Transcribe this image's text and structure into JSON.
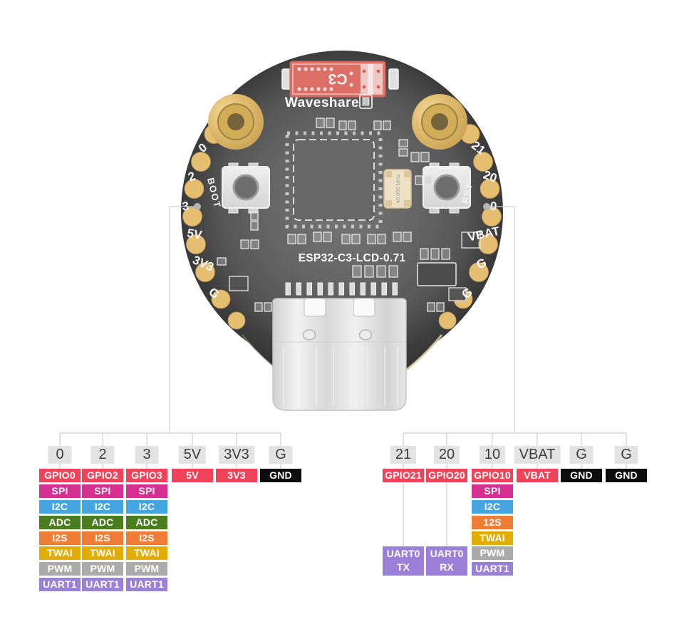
{
  "board": {
    "brand": "Waveshare",
    "silkscreen_model": "ESP32-C3-LCD-0.71",
    "lcd_connector_label": "C3",
    "crystal_label": "40.000 MHz",
    "boot_button_label": "BOOT",
    "reset_button_label": "RST",
    "left_edge_pins": [
      "0",
      "2",
      "3",
      "5V",
      "3V3",
      "G"
    ],
    "right_edge_pins": [
      "21",
      "20",
      "0",
      "VBAT",
      "G",
      "G"
    ]
  },
  "colors": {
    "gpio": "#F0435A",
    "power": "#F0435A",
    "gnd": "#0D0D0D",
    "spi": "#D5308F",
    "i2c": "#45A5E0",
    "adc": "#4A7D1F",
    "i2s": "#F07D36",
    "twai": "#E3AC00",
    "pwm": "#ABABAB",
    "uart": "#9C7FD9",
    "header_bg": "#E3E3E3",
    "header_text": "#3E3E3E",
    "connector_line": "#CFCFCF",
    "pin_dot": "#B5B5B5"
  },
  "left_group": {
    "columns": [
      {
        "header": "0",
        "cells": [
          {
            "label": "GPIO0",
            "type": "gpio"
          },
          {
            "label": "SPI",
            "type": "spi"
          },
          {
            "label": "I2C",
            "type": "i2c"
          },
          {
            "label": "ADC",
            "type": "adc"
          },
          {
            "label": "I2S",
            "type": "i2s"
          },
          {
            "label": "TWAI",
            "type": "twai"
          },
          {
            "label": "PWM",
            "type": "pwm"
          },
          {
            "label": "UART1",
            "type": "uart"
          }
        ]
      },
      {
        "header": "2",
        "cells": [
          {
            "label": "GPIO2",
            "type": "gpio"
          },
          {
            "label": "SPI",
            "type": "spi"
          },
          {
            "label": "I2C",
            "type": "i2c"
          },
          {
            "label": "ADC",
            "type": "adc"
          },
          {
            "label": "I2S",
            "type": "i2s"
          },
          {
            "label": "TWAI",
            "type": "twai"
          },
          {
            "label": "PWM",
            "type": "pwm"
          },
          {
            "label": "UART1",
            "type": "uart"
          }
        ]
      },
      {
        "header": "3",
        "cells": [
          {
            "label": "GPIO3",
            "type": "gpio"
          },
          {
            "label": "SPI",
            "type": "spi"
          },
          {
            "label": "I2C",
            "type": "i2c"
          },
          {
            "label": "ADC",
            "type": "adc"
          },
          {
            "label": "I2S",
            "type": "i2s"
          },
          {
            "label": "TWAI",
            "type": "twai"
          },
          {
            "label": "PWM",
            "type": "pwm"
          },
          {
            "label": "UART1",
            "type": "uart"
          }
        ]
      },
      {
        "header": "5V",
        "cells": [
          {
            "label": "5V",
            "type": "power"
          }
        ]
      },
      {
        "header": "3V3",
        "cells": [
          {
            "label": "3V3",
            "type": "power"
          }
        ]
      },
      {
        "header": "G",
        "cells": [
          {
            "label": "GND",
            "type": "gnd"
          }
        ]
      }
    ]
  },
  "right_group": {
    "columns": [
      {
        "header": "21",
        "cells": [
          {
            "label": "GPIO21",
            "type": "gpio"
          }
        ],
        "uart0": {
          "line1": "UART0",
          "line2": "TX",
          "type": "uart"
        }
      },
      {
        "header": "20",
        "cells": [
          {
            "label": "GPIO20",
            "type": "gpio"
          }
        ],
        "uart0": {
          "line1": "UART0",
          "line2": "RX",
          "type": "uart"
        }
      },
      {
        "header": "10",
        "cells": [
          {
            "label": "GPIO10",
            "type": "gpio"
          },
          {
            "label": "SPI",
            "type": "spi"
          },
          {
            "label": "I2C",
            "type": "i2c"
          },
          {
            "label": "12S",
            "type": "i2s"
          },
          {
            "label": "TWAI",
            "type": "twai"
          },
          {
            "label": "PWM",
            "type": "pwm"
          },
          {
            "label": "UART1",
            "type": "uart"
          }
        ]
      },
      {
        "header": "VBAT",
        "cells": [
          {
            "label": "VBAT",
            "type": "power"
          }
        ]
      },
      {
        "header": "G",
        "cells": [
          {
            "label": "GND",
            "type": "gnd"
          }
        ]
      },
      {
        "header": "G",
        "cells": [
          {
            "label": "GND",
            "type": "gnd"
          }
        ]
      }
    ]
  }
}
